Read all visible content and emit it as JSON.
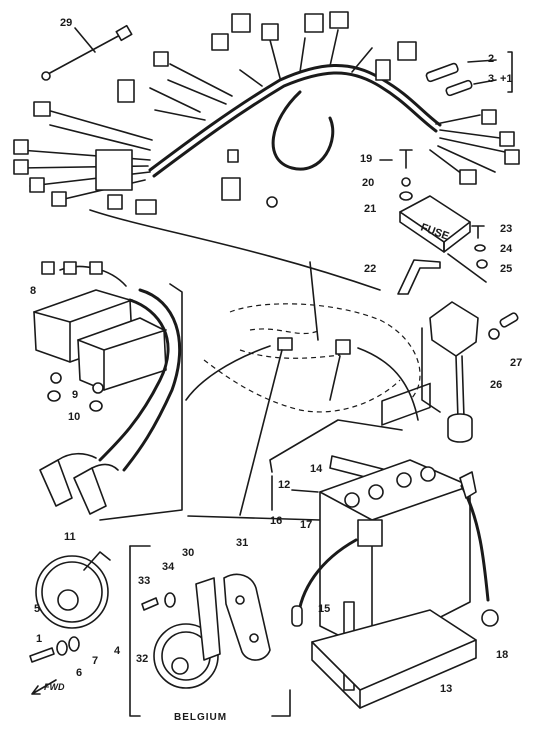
{
  "callouts": {
    "n1": "1",
    "n2": "2",
    "n3": "3",
    "n3x1": "+1",
    "n4": "4",
    "n5": "5",
    "n6": "6",
    "n7": "7",
    "n8": "8",
    "n9": "9",
    "n10": "10",
    "n11": "11",
    "n12": "12",
    "n13": "13",
    "n14": "14",
    "n15": "15",
    "n16": "16",
    "n17": "17",
    "n18": "18",
    "n19": "19",
    "n20": "20",
    "n21": "21",
    "n22": "22",
    "n23": "23",
    "n24": "24",
    "n25": "25",
    "n26": "26",
    "n27": "27",
    "n29": "29",
    "n30": "30",
    "n31": "31",
    "n32": "32",
    "n33": "33",
    "n34": "34"
  },
  "region_label": "BELGIUM",
  "direction_mark": "FWD",
  "fuse_box_label": "FUSE"
}
